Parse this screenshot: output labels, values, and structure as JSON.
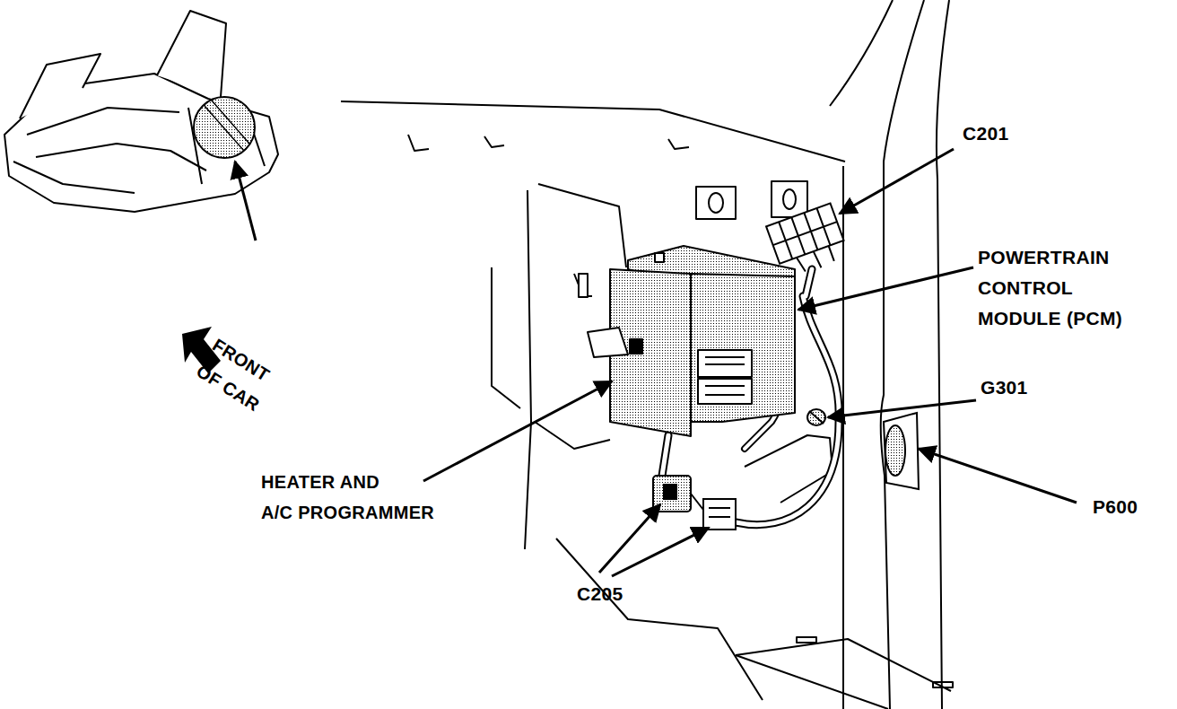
{
  "diagram": {
    "labels": [
      "C201",
      "POWERTRAIN CONTROL MODULE (PCM)",
      "FRONT OF CAR",
      "G301",
      "HEATER AND A/C PROGRAMMER",
      "P600",
      "C205"
    ]
  }
}
